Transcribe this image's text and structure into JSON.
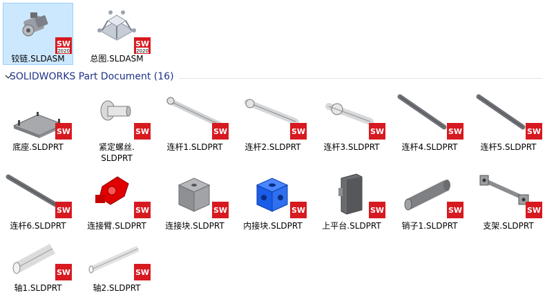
{
  "recent_files": [
    {
      "name": "铰链.SLDASM",
      "type": "assembly",
      "badge_text": "SW",
      "year": "2020",
      "selected": true
    },
    {
      "name": "总图.SLDASM",
      "type": "assembly",
      "badge_text": "SW",
      "year": "2020",
      "selected": false
    }
  ],
  "group": {
    "title": "SOLIDWORKS Part Document (16)",
    "expanded": true
  },
  "part_files": [
    {
      "name": "底座.SLDPRT",
      "shape": "base-plate"
    },
    {
      "name": "紧定螺丝.\nSLDPRT",
      "shape": "set-screw"
    },
    {
      "name": "连杆1.SLDPRT",
      "shape": "link-rod-1"
    },
    {
      "name": "连杆2.SLDPRT",
      "shape": "link-rod-2"
    },
    {
      "name": "连杆3.SLDPRT",
      "shape": "link-rod-3"
    },
    {
      "name": "连杆4.SLDPRT",
      "shape": "link-bar-4"
    },
    {
      "name": "连杆5.SLDPRT",
      "shape": "link-bar-5"
    },
    {
      "name": "连杆6.SLDPRT",
      "shape": "link-bar-6"
    },
    {
      "name": "连接臂.SLDPRT",
      "shape": "connecting-arm"
    },
    {
      "name": "连接块.SLDPRT",
      "shape": "connecting-block"
    },
    {
      "name": "内接块.SLDPRT",
      "shape": "inner-block"
    },
    {
      "name": "上平台.SLDPRT",
      "shape": "upper-platform"
    },
    {
      "name": "销子1.SLDPRT",
      "shape": "pin"
    },
    {
      "name": "支架.SLDPRT",
      "shape": "bracket"
    },
    {
      "name": "轴1.SLDPRT",
      "shape": "shaft-1"
    },
    {
      "name": "轴2.SLDPRT",
      "shape": "shaft-2"
    }
  ],
  "badge": {
    "text": "SW",
    "color": "#d71920",
    "year_bg": "#ffffff"
  },
  "colors": {
    "selection_bg": "#cce8ff",
    "selection_border": "#99d1ff",
    "group_title": "#1e3287",
    "part_gray": "#8c8c8c",
    "part_red": "#e00000",
    "part_blue": "#1a5de8"
  }
}
